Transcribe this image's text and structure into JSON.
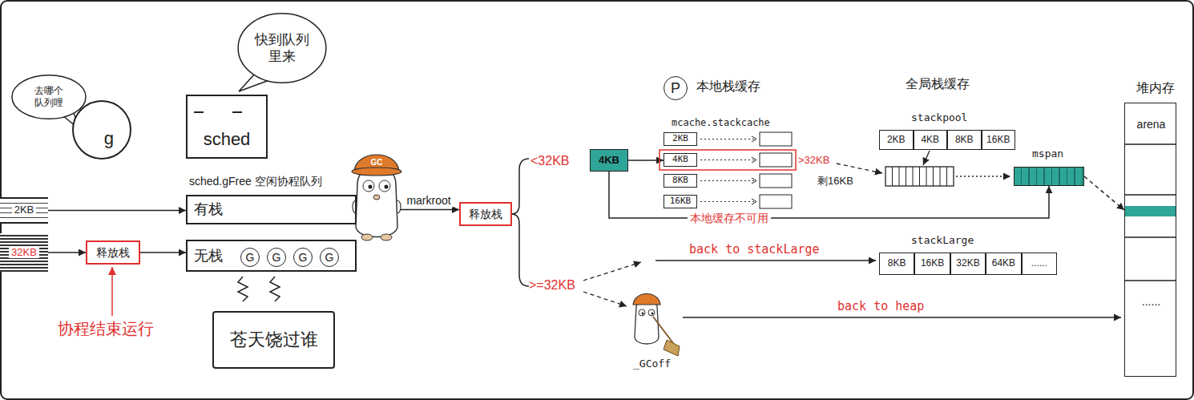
{
  "diagram": {
    "nodes": [
      {
        "text": [
          "去哪个 队列哩"
        ]
      },
      {
        "text": [
          "g"
        ]
      },
      {
        "text": [
          "快到队列 里来"
        ]
      },
      {
        "text": [
          "sched"
        ]
      },
      {
        "text": [
          "有栈"
        ]
      },
      {
        "text": [
          "无栈"
        ]
      },
      {
        "text": [
          "G"
        ],
        "in": 5
      },
      {
        "text": [
          "G"
        ],
        "in": 5
      },
      {
        "text": [
          "G"
        ],
        "in": 5
      },
      {
        "text": [
          "G"
        ],
        "in": 5
      },
      {
        "text": [
          "苍天饶过谁"
        ]
      },
      {
        "text": [
          "2KB"
        ]
      },
      {
        "text": [
          "32KB"
        ]
      },
      {
        "text": [
          "释放栈"
        ]
      },
      {
        "text": [
          "释放栈"
        ]
      },
      {
        "text": [
          "P",
          "本地栈缓存"
        ]
      },
      {
        "text": [
          "4KB"
        ]
      },
      {
        "text": [
          "2KB"
        ]
      },
      {
        "text": [
          "4KB"
        ]
      },
      {
        "text": [
          "8KB"
        ]
      },
      {
        "text": [
          "16KB"
        ]
      },
      {
        "text": [
          "stackpool"
        ]
      },
      {
        "text": [
          "2KB"
        ],
        "in": 21
      },
      {
        "text": [
          "4KB"
        ],
        "in": 21
      },
      {
        "text": [
          "8KB"
        ],
        "in": 21
      },
      {
        "text": [
          "16KB"
        ],
        "in": 21
      },
      {
        "text": [
          "mspan"
        ]
      },
      {
        "text": [
          "堆内存"
        ]
      },
      {
        "text": [
          "arena"
        ],
        "in": 27
      },
      {
        "text": [
          "......"
        ],
        "in": 27
      },
      {
        "text": [
          "stackLarge"
        ]
      },
      {
        "text": [
          "8KB"
        ],
        "in": 30
      },
      {
        "text": [
          "16KB"
        ],
        "in": 30
      },
      {
        "text": [
          "32KB"
        ],
        "in": 30
      },
      {
        "text": [
          "64KB"
        ],
        "in": 30
      },
      {
        "text": [
          "......"
        ],
        "in": 30
      }
    ],
    "edges": [
      {
        "from": 11,
        "to": 4,
        "arrow": "to"
      },
      {
        "from": 12,
        "to": 13,
        "arrow": "to"
      },
      {
        "from": 13,
        "to": 5,
        "arrow": "to"
      },
      {
        "from": 4,
        "to": 14,
        "label": "markroot",
        "arrow": "to"
      },
      {
        "from": 16,
        "to": 18,
        "arrow": "to"
      },
      {
        "from": 16,
        "to": 26,
        "label": "本地缓存不可用",
        "arrow": "to"
      },
      {
        "from": 26,
        "to": 27,
        "arrow": "to"
      }
    ],
    "labels": [
      "sched.gFree 空闲协程队列",
      "协程结束运行",
      "<32KB",
      ">=32KB",
      "mcache.stackcache",
      ">32KB",
      "剩16KB",
      "全局栈缓存",
      "back to stackLarge",
      "back to heap",
      "_GCoff",
      "GC"
    ]
  }
}
